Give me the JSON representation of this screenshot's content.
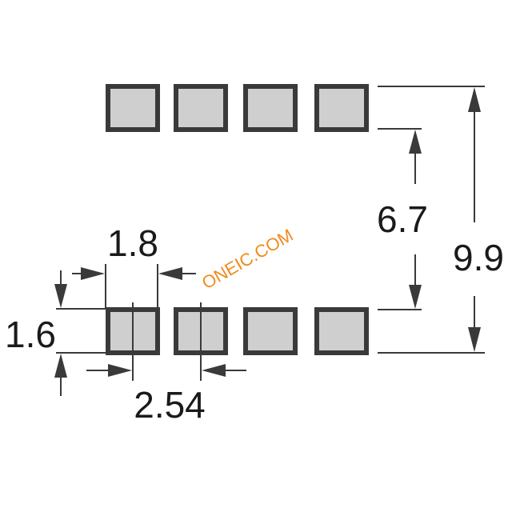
{
  "watermark": "ONEIC.COM",
  "dimensions": {
    "pad_width": "1.8",
    "pad_height": "1.6",
    "pitch": "2.54",
    "inner_row_gap": "6.7",
    "outer_row_span": "9.9"
  },
  "pad_rows": 2,
  "pads_per_row": 4,
  "colors": {
    "pad_fill": "#cfcfcf",
    "pad_outline": "#3a3a3a",
    "dimension_lines": "#3a3a3a",
    "text": "#1a1a1a",
    "watermark": "#f08a1c"
  }
}
